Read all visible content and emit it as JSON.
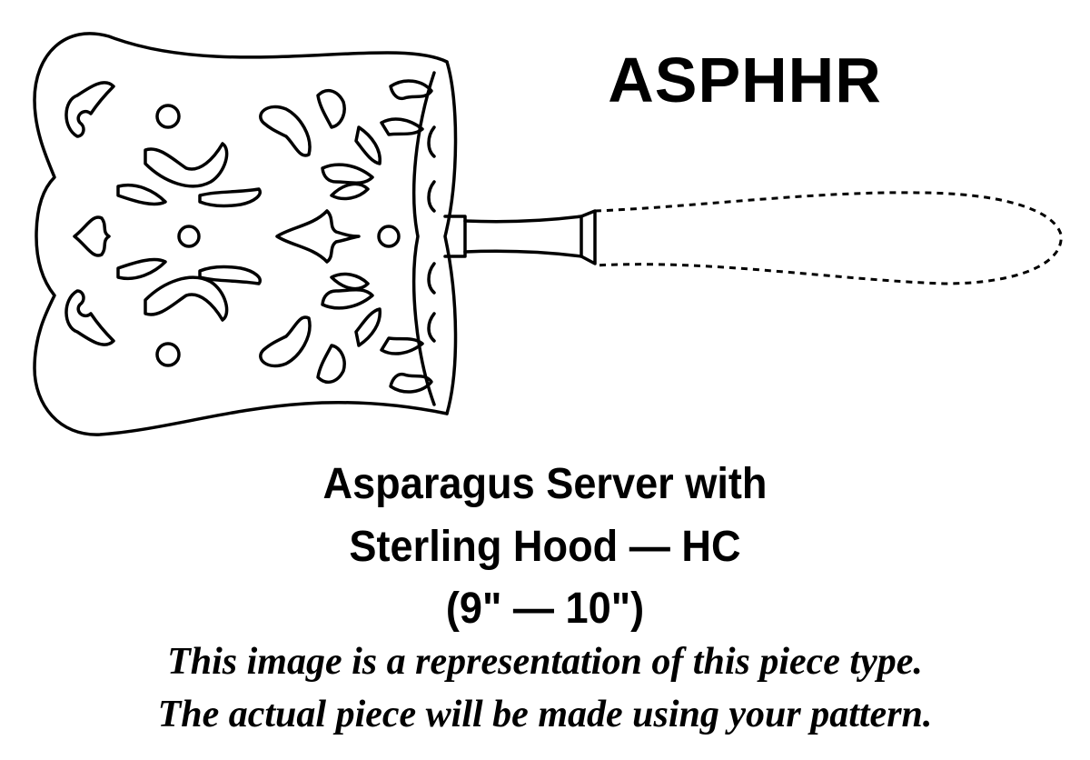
{
  "product_code": "ASPHHR",
  "title_lines": [
    "Asparagus Server with",
    "Sterling Hood — HC",
    "(9\" — 10\")"
  ],
  "disclaimer_lines": [
    "This image is a representation of this piece type.",
    "The actual piece will be made using your pattern."
  ],
  "colors": {
    "line": "#000000",
    "background": "#ffffff"
  }
}
